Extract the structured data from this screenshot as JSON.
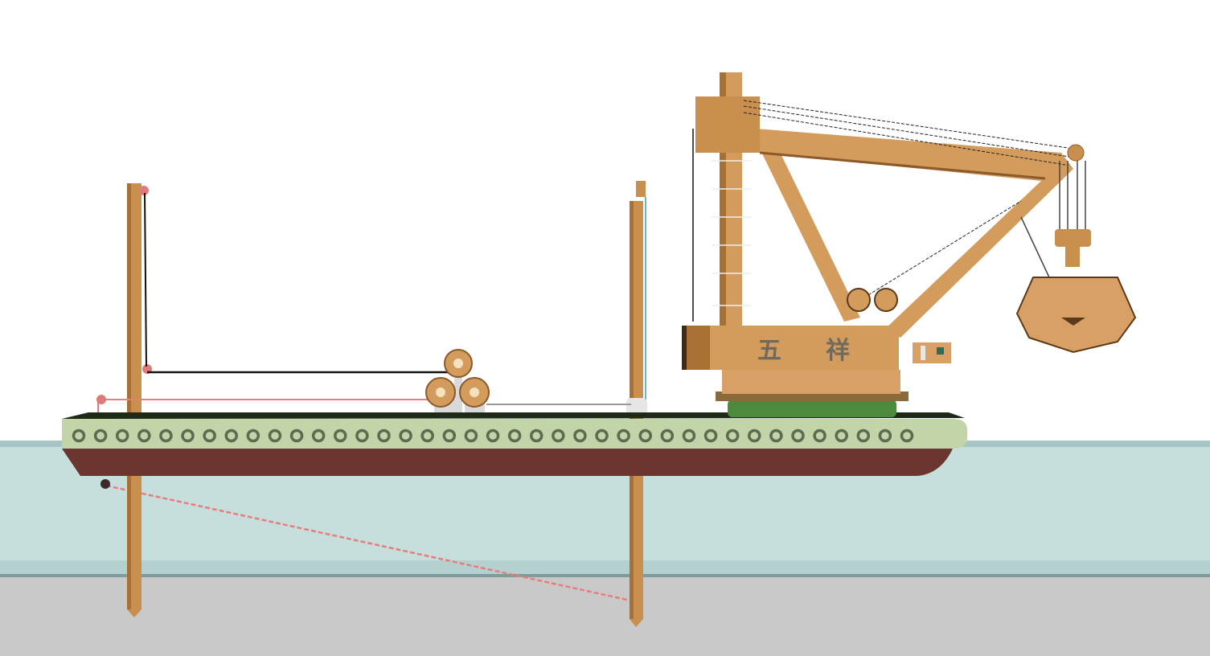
{
  "scene": {
    "vessel_name_chars": [
      "五",
      "祥"
    ]
  },
  "colors": {
    "sky": "#ffffff",
    "water": "#c6dfdc",
    "water_edge": "#a8c5c5",
    "seabed": "#c9c9c9",
    "hull_upper": "#c2d5a9",
    "hull_lower": "#6b3530",
    "deck": "#1d2a17",
    "crane": "#d39b5c",
    "crane_dark": "#8a5a2a",
    "turntable_base": "#4c8a3e",
    "porthole": "#5e6b50",
    "cable_red": "#e87d7d"
  },
  "porthole_count": 39
}
